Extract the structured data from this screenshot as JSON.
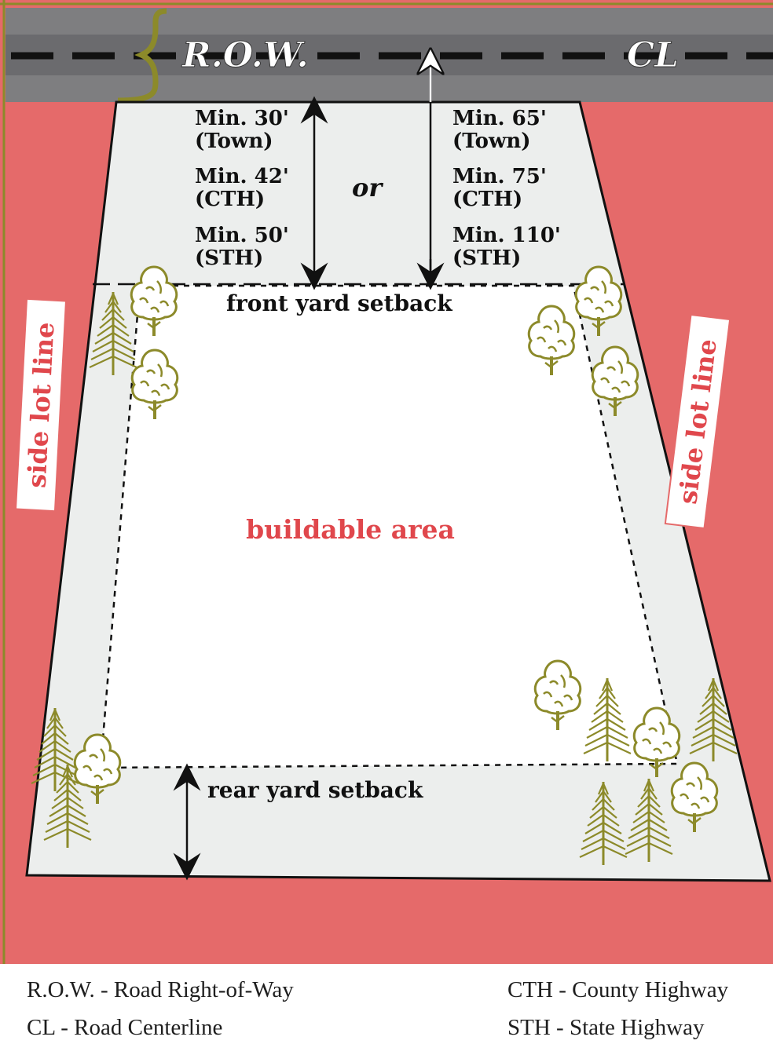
{
  "road": {
    "row_label": "R.O.W.",
    "cl_label": "CL"
  },
  "setbacks": {
    "town_set": [
      {
        "min": "Min. 30'",
        "type": "(Town)"
      },
      {
        "min": "Min. 42'",
        "type": "(CTH)"
      },
      {
        "min": "Min. 50'",
        "type": "(STH)"
      }
    ],
    "or_label": "or",
    "centerline_set": [
      {
        "min": "Min. 65'",
        "type": "(Town)"
      },
      {
        "min": "Min. 75'",
        "type": "(CTH)"
      },
      {
        "min": "Min. 110'",
        "type": "(STH)"
      }
    ],
    "front_label": "front yard setback",
    "rear_label": "rear yard setback"
  },
  "lot": {
    "buildable_label": "buildable area",
    "side_left_label": "side lot line",
    "side_right_label": "side lot line"
  },
  "legend": {
    "row_1_left": "R.O.W. - Road Right-of-Way",
    "row_2_left": "CL - Road Centerline",
    "row_1_right": "CTH - County Highway",
    "row_2_right": "STH - State Highway"
  },
  "colors": {
    "background_red": "#e56a6a",
    "lot_gray": "#eceeed",
    "road_gray": "#6b6b6e",
    "tree_olive": "#8c8a2a",
    "buildable_text": "#e0474c",
    "border_olive": "#8c8a2a"
  }
}
